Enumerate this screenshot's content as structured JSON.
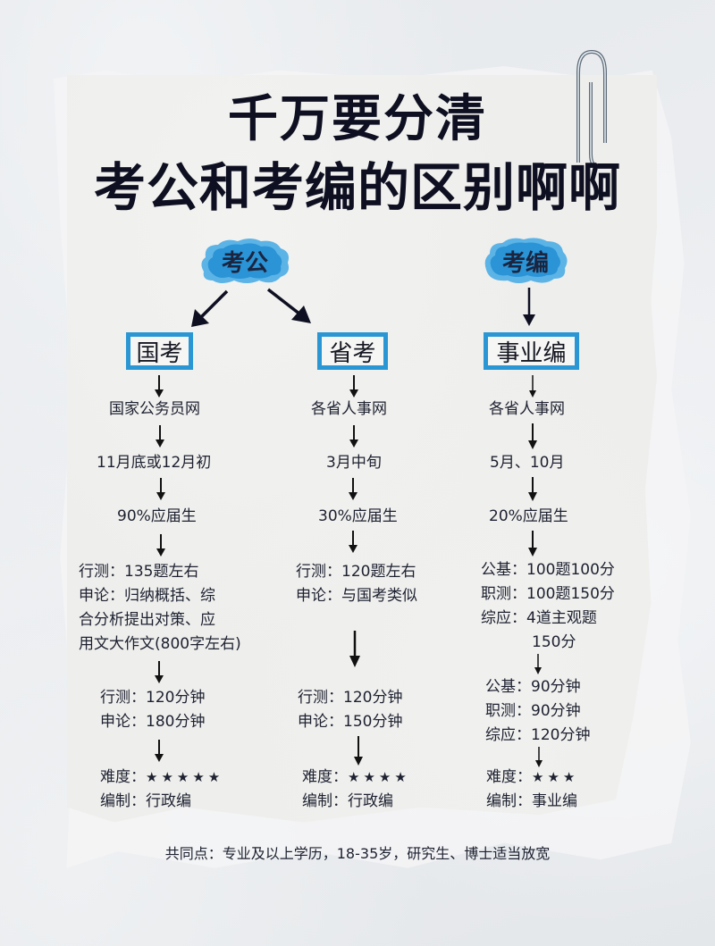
{
  "title": {
    "line1": "千万要分清",
    "line2": "考公和考编的区别啊啊"
  },
  "categories": {
    "kaogong": "考公",
    "kaobian": "考编"
  },
  "colors": {
    "accent_blue": "#2a97d4",
    "cloud_blue": "#2f9ad8",
    "text_dark": "#0e1022"
  },
  "columns": [
    {
      "heading": "国考",
      "website": "国家公务员网",
      "exam_time": "11月底或12月初",
      "graduate_ratio": "90%应届生",
      "content": [
        "行测：135题左右",
        "申论：归纳概括、综",
        "合分析提出对策、应",
        "用文大作文(800字左右)"
      ],
      "duration": [
        "行测：120分钟",
        "申论：180分钟"
      ],
      "difficulty_label": "难度：",
      "difficulty_stars": "★★★★★",
      "difficulty_count": 5,
      "staffing": "编制：行政编"
    },
    {
      "heading": "省考",
      "website": "各省人事网",
      "exam_time": "3月中旬",
      "graduate_ratio": "30%应届生",
      "content": [
        "行测：120题左右",
        "申论：与国考类似"
      ],
      "duration": [
        "行测：120分钟",
        "申论：150分钟"
      ],
      "difficulty_label": "难度：",
      "difficulty_stars": "★★★★",
      "difficulty_count": 4,
      "staffing": "编制：行政编"
    },
    {
      "heading": "事业编",
      "website": "各省人事网",
      "exam_time": "5月、10月",
      "graduate_ratio": "20%应届生",
      "content": [
        "公基：100题100分",
        "职测：100题150分",
        "综应：4道主观题",
        "150分"
      ],
      "duration": [
        "公基：90分钟",
        "职测：90分钟",
        "综应：120分钟"
      ],
      "difficulty_label": "难度：",
      "difficulty_stars": "★★★",
      "difficulty_count": 3,
      "staffing": "编制：事业编"
    }
  ],
  "footer": "共同点：专业及以上学历，18-35岁，研究生、博士适当放宽"
}
